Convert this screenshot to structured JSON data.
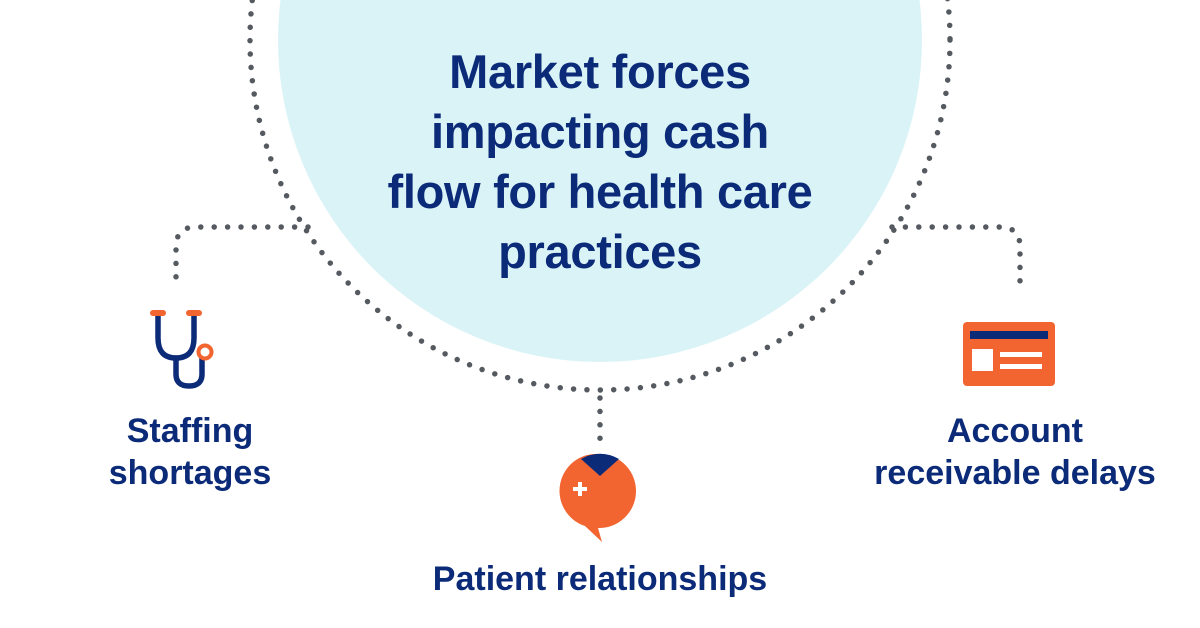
{
  "title_lines": [
    "Market forces",
    "impacting cash",
    "flow for health care",
    "practices"
  ],
  "forces": [
    {
      "lines": [
        "Staffing",
        "shortages"
      ],
      "icon": "stethoscope-icon"
    },
    {
      "lines": [
        "Patient relationships"
      ],
      "icon": "medical-chat-bubble-icon"
    },
    {
      "lines": [
        "Account",
        "receivable delays"
      ],
      "icon": "card-icon"
    }
  ],
  "colors": {
    "navy": "#0b2a78",
    "orange": "#f26430",
    "circle_fill": "#daf3f7",
    "dots": "#555a60",
    "background": "#ffffff"
  }
}
